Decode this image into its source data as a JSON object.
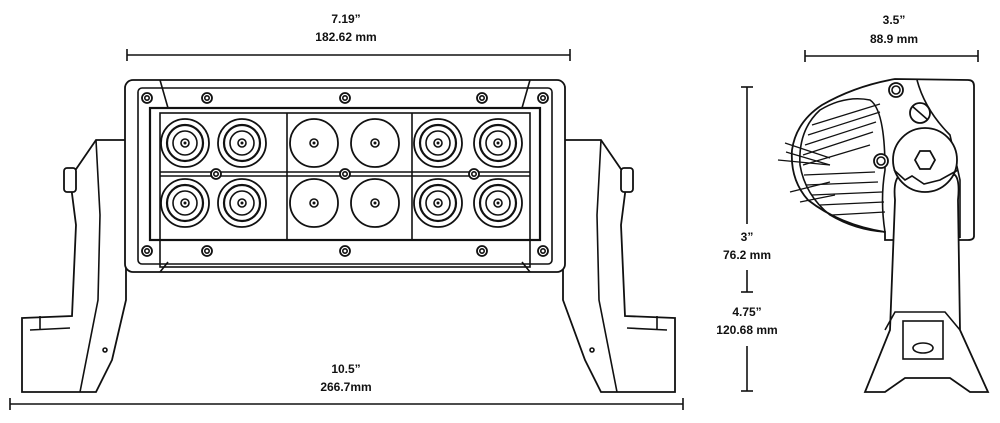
{
  "title": "LED light bar dimension drawing",
  "dimensions": {
    "face_width": {
      "inches": "7.19”",
      "mm": "182.62 mm"
    },
    "overall_width": {
      "inches": "10.5”",
      "mm": "266.7mm"
    },
    "depth": {
      "inches": "3.5”",
      "mm": "88.9 mm"
    },
    "body_height": {
      "inches": "3”",
      "mm": "76.2 mm"
    },
    "overall_height": {
      "inches": "4.75”",
      "mm": "120.68 mm"
    }
  },
  "views": [
    "front-view",
    "side-view"
  ],
  "led_count": 12,
  "line_color": "#111111"
}
